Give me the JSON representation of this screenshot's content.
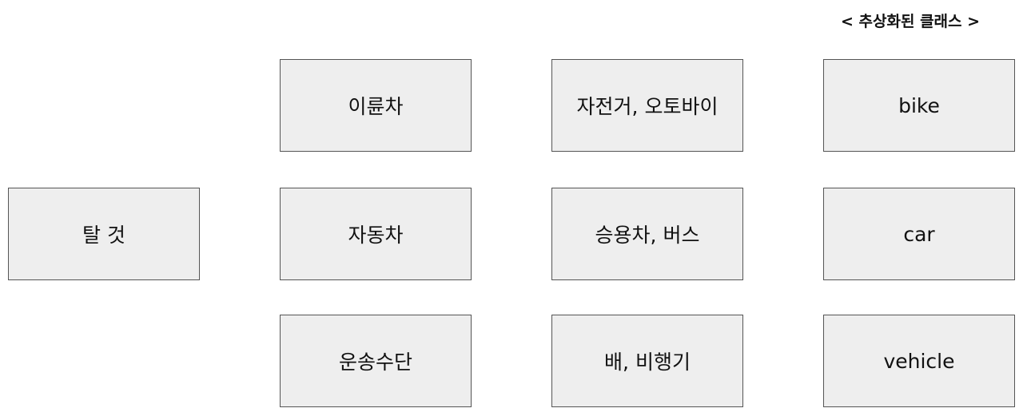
{
  "caption": "< 추상화된 클래스 >",
  "root": {
    "label": "탈 것"
  },
  "level1": [
    {
      "label": "이륜차"
    },
    {
      "label": "자동차"
    },
    {
      "label": "운송수단"
    }
  ],
  "examples": [
    {
      "label": "자전거, 오토바이"
    },
    {
      "label": "승용차, 버스"
    },
    {
      "label": "배, 비행기"
    }
  ],
  "classes": [
    {
      "label": "bike"
    },
    {
      "label": "car"
    },
    {
      "label": "vehicle"
    }
  ]
}
